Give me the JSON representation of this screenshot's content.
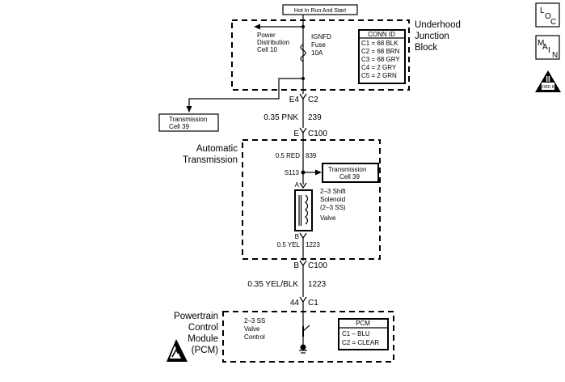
{
  "header": {
    "hot_in_run_and_start": "Hot In Run And Start"
  },
  "underhood_block": {
    "title_line1": "Underhood",
    "title_line2": "Junction",
    "title_line3": "Block",
    "power_distribution_line1": "Power",
    "power_distribution_line2": "Distribution",
    "power_distribution_line3": "Cell 10",
    "fuse_line1": "IGNFD",
    "fuse_line2": "Fuse",
    "fuse_line3": "10A",
    "conn_id": {
      "title": "CONN ID",
      "rows": [
        "C1 = 68 BLK",
        "C2 = 68 BRN",
        "C3 = 68 GRY",
        "C4 = 2 GRY",
        "C5 = 2 GRN"
      ]
    }
  },
  "connectors": {
    "e4": "E4",
    "c2": "C2",
    "e": "E",
    "c100_top": "C100",
    "a": "A",
    "b_inner": "B",
    "b_outer": "B",
    "c100_bottom": "C100",
    "pin44": "44",
    "c1": "C1"
  },
  "wires": {
    "w1_size_color": "0.35 PNK",
    "w1_circuit": "239",
    "w2_size_color": "0.5 RED",
    "w2_circuit": "839",
    "w3_size_color": "0.5 YEL",
    "w3_circuit": "1223",
    "w4_size_color": "0.35 YEL/BLK",
    "w4_circuit": "1223"
  },
  "transmission_cell_box_1": {
    "line1": "Transmission",
    "line2": "Cell 39"
  },
  "transmission_cell_box_2": {
    "line1": "Transmission",
    "line2": "Cell 39"
  },
  "automatic_transmission": {
    "label_line1": "Automatic",
    "label_line2": "Transmission",
    "splice": "S113",
    "solenoid_line1": "2–3 Shift",
    "solenoid_line2": "Solenoid",
    "solenoid_line3": "(2–3 SS)",
    "solenoid_line4": "Valve"
  },
  "pcm": {
    "label_line1": "Powertrain",
    "label_line2": "Control",
    "label_line3": "Module",
    "label_line4": "(PCM)",
    "control_line1": "2–3 SS",
    "control_line2": "Valve",
    "control_line3": "Control",
    "table_title": "PCM",
    "table_rows": [
      "C1 – BLU",
      "C2 = CLEAR"
    ]
  },
  "side_icons": {
    "loc": {
      "l": "L",
      "o": "O",
      "c": "C"
    },
    "main": {
      "m": "M",
      "a": "A",
      "i": "I",
      "n": "N"
    },
    "obd": {
      "mark": "II",
      "text": "OBD II"
    }
  },
  "icons": {
    "esd": "esd-warning-icon",
    "loc": "location-icon",
    "main": "main-icon",
    "obd": "obd-ii-icon"
  }
}
